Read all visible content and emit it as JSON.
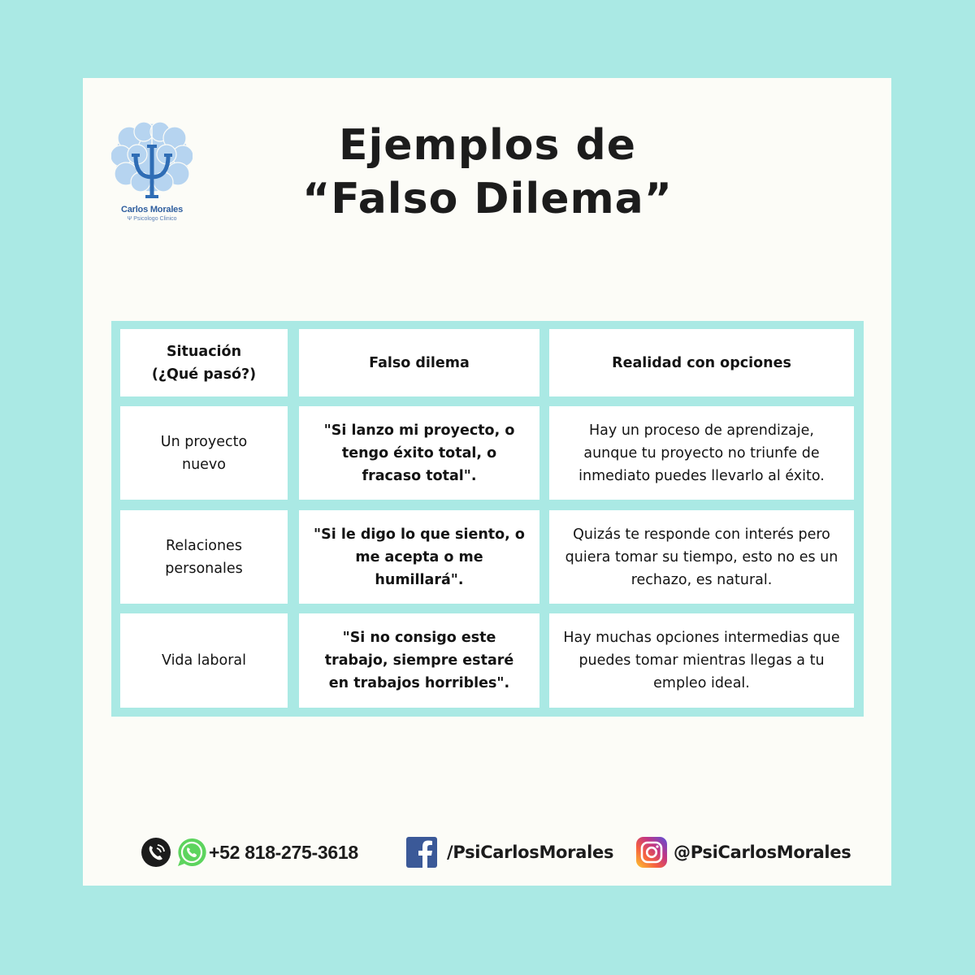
{
  "logo": {
    "name": "Carlos Morales",
    "subtitle": "Ψ Psicologo Clinico",
    "colors": {
      "brain": "#b3d3ef",
      "psi": "#2f6db5"
    }
  },
  "title": {
    "line1": "Ejemplos de",
    "line2": "“Falso Dilema”"
  },
  "table": {
    "border_color": "#aae9e4",
    "headers": [
      "Situación\n(¿Qué pasó?)",
      "Falso dilema",
      "Realidad con opciones"
    ],
    "rows": [
      {
        "situacion": "Un proyecto nuevo",
        "falso_dilema": "\"Si lanzo mi proyecto, o tengo éxito total, o fracaso total\".",
        "realidad": "Hay un proceso de aprendizaje, aunque tu proyecto no triunfe de inmediato puedes llevarlo al éxito."
      },
      {
        "situacion": "Relaciones personales",
        "falso_dilema": "\"Si le digo lo que siento, o me acepta o me humillará\".",
        "realidad": "Quizás te responde con interés pero quiera tomar su tiempo, esto no es un rechazo, es natural."
      },
      {
        "situacion": "Vida laboral",
        "falso_dilema": "\"Si no consigo este trabajo, siempre estaré en trabajos horribles\".",
        "realidad": "Hay muchas opciones intermedias que puedes tomar mientras llegas a tu empleo ideal."
      }
    ]
  },
  "footer": {
    "phone": {
      "icons": [
        "phone-icon",
        "whatsapp-icon"
      ],
      "text": "+52 818-275-3618",
      "whatsapp_color": "#4cd964"
    },
    "facebook": {
      "icon": "facebook-icon",
      "text": "/PsiCarlosMorales",
      "color": "#3b5998"
    },
    "instagram": {
      "icon": "instagram-icon",
      "text": "@PsiCarlosMorales"
    }
  },
  "colors": {
    "background": "#aae9e4",
    "card": "#fcfcf7",
    "text": "#141414"
  }
}
